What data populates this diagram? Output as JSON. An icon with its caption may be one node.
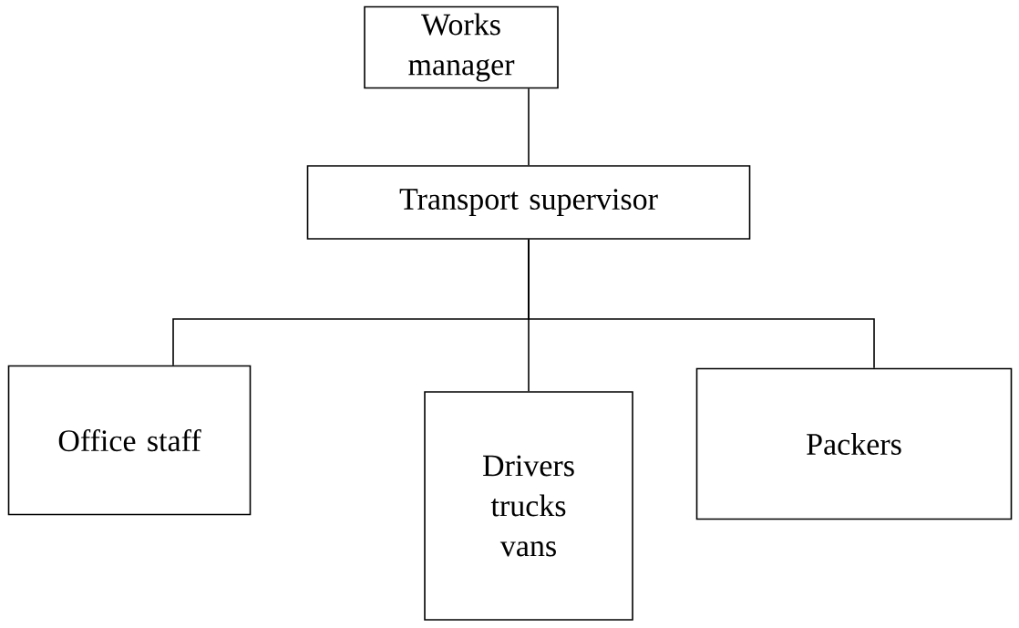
{
  "diagram": {
    "nodes": [
      {
        "text": [
          "Works manager"
        ]
      },
      {
        "text": [
          "Transport supervisor"
        ]
      },
      {
        "text": [
          "Office staff"
        ]
      },
      {
        "text": [
          "Drivers trucks vans"
        ]
      },
      {
        "text": [
          "Packers"
        ]
      }
    ],
    "edges": [
      {
        "from": 0,
        "to": 1,
        "arrow": "none"
      },
      {
        "from": 1,
        "to": 2,
        "arrow": "none"
      },
      {
        "from": 1,
        "to": 3,
        "arrow": "none"
      },
      {
        "from": 1,
        "to": 4,
        "arrow": "none"
      }
    ]
  }
}
